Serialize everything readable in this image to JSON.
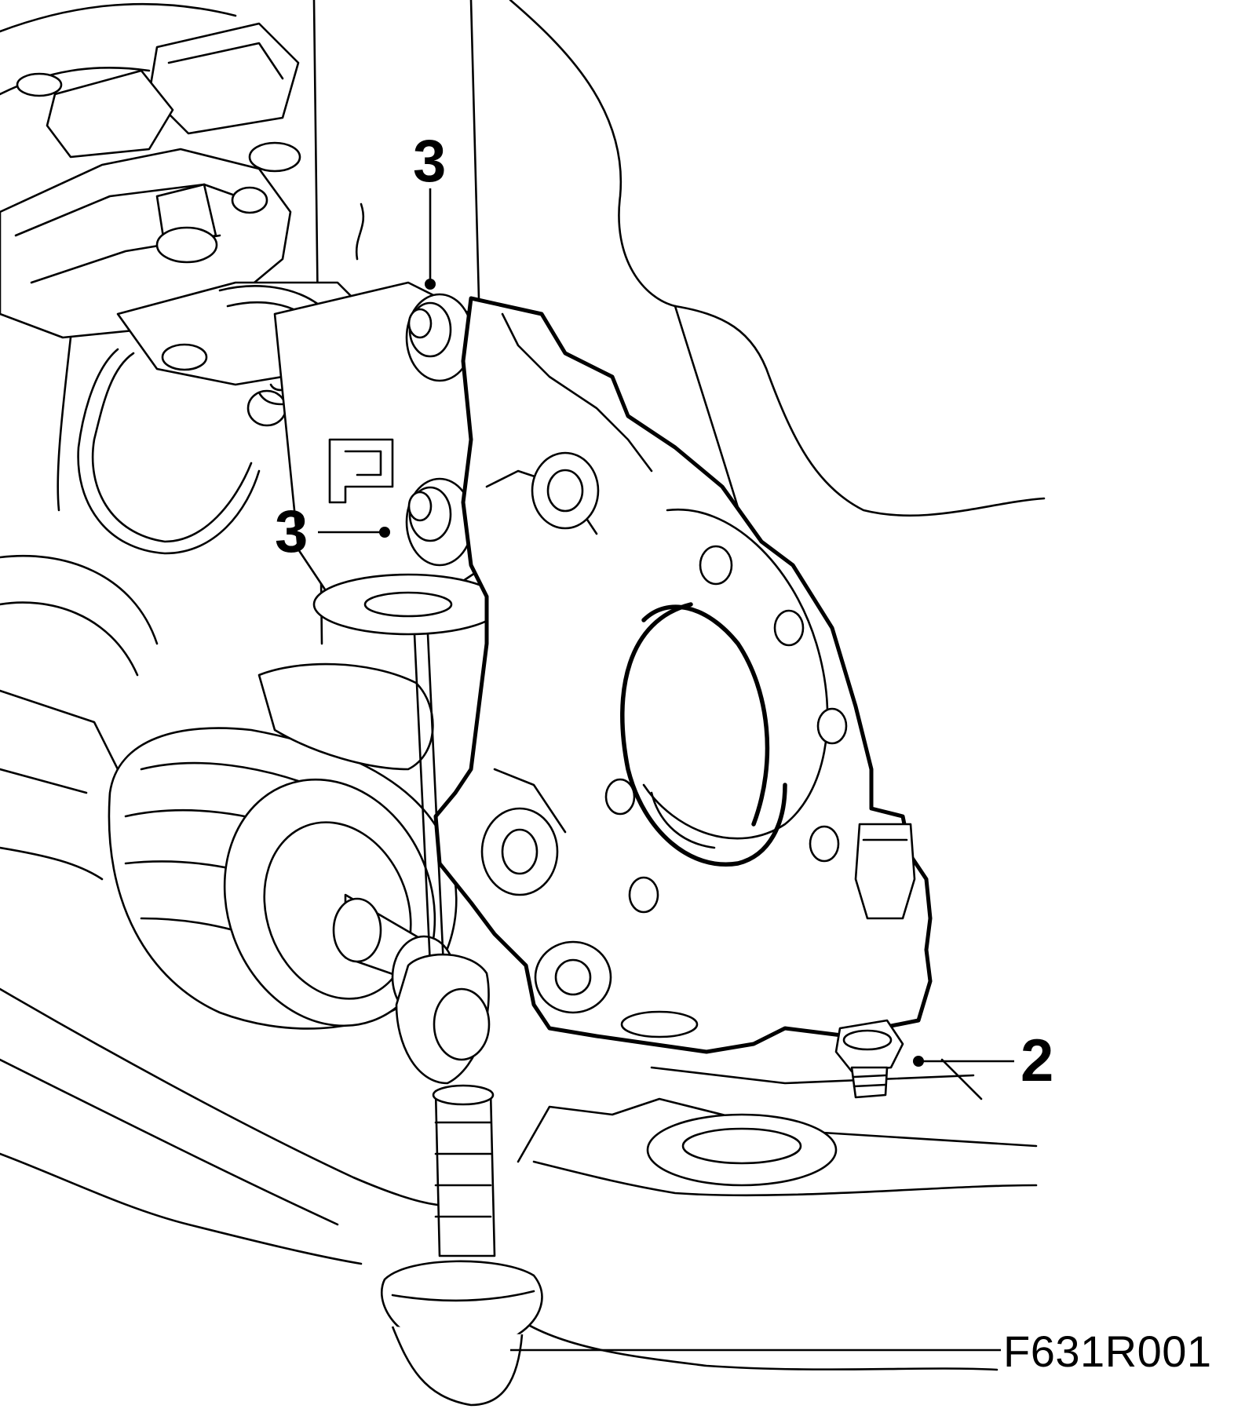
{
  "callouts": {
    "top_bolt": "3",
    "middle_bolt": "3",
    "ball_joint_nut": "2"
  },
  "figure_reference": "F631R001",
  "colors": {
    "line": "#000000",
    "background": "#ffffff"
  }
}
